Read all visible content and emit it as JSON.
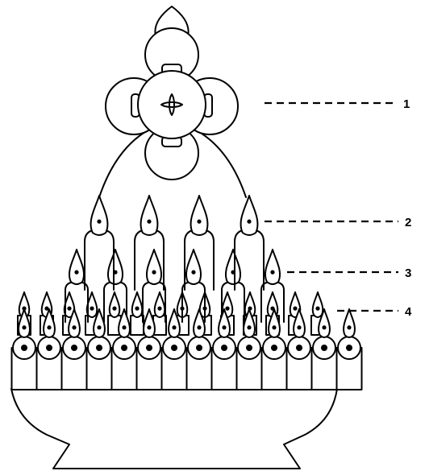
{
  "labels": [
    {
      "id": "1",
      "text": "1"
    },
    {
      "id": "2",
      "text": "2"
    },
    {
      "id": "3",
      "text": "3"
    },
    {
      "id": "4",
      "text": "4"
    }
  ],
  "ink_color": "#000000",
  "background_color": "#ffffff"
}
